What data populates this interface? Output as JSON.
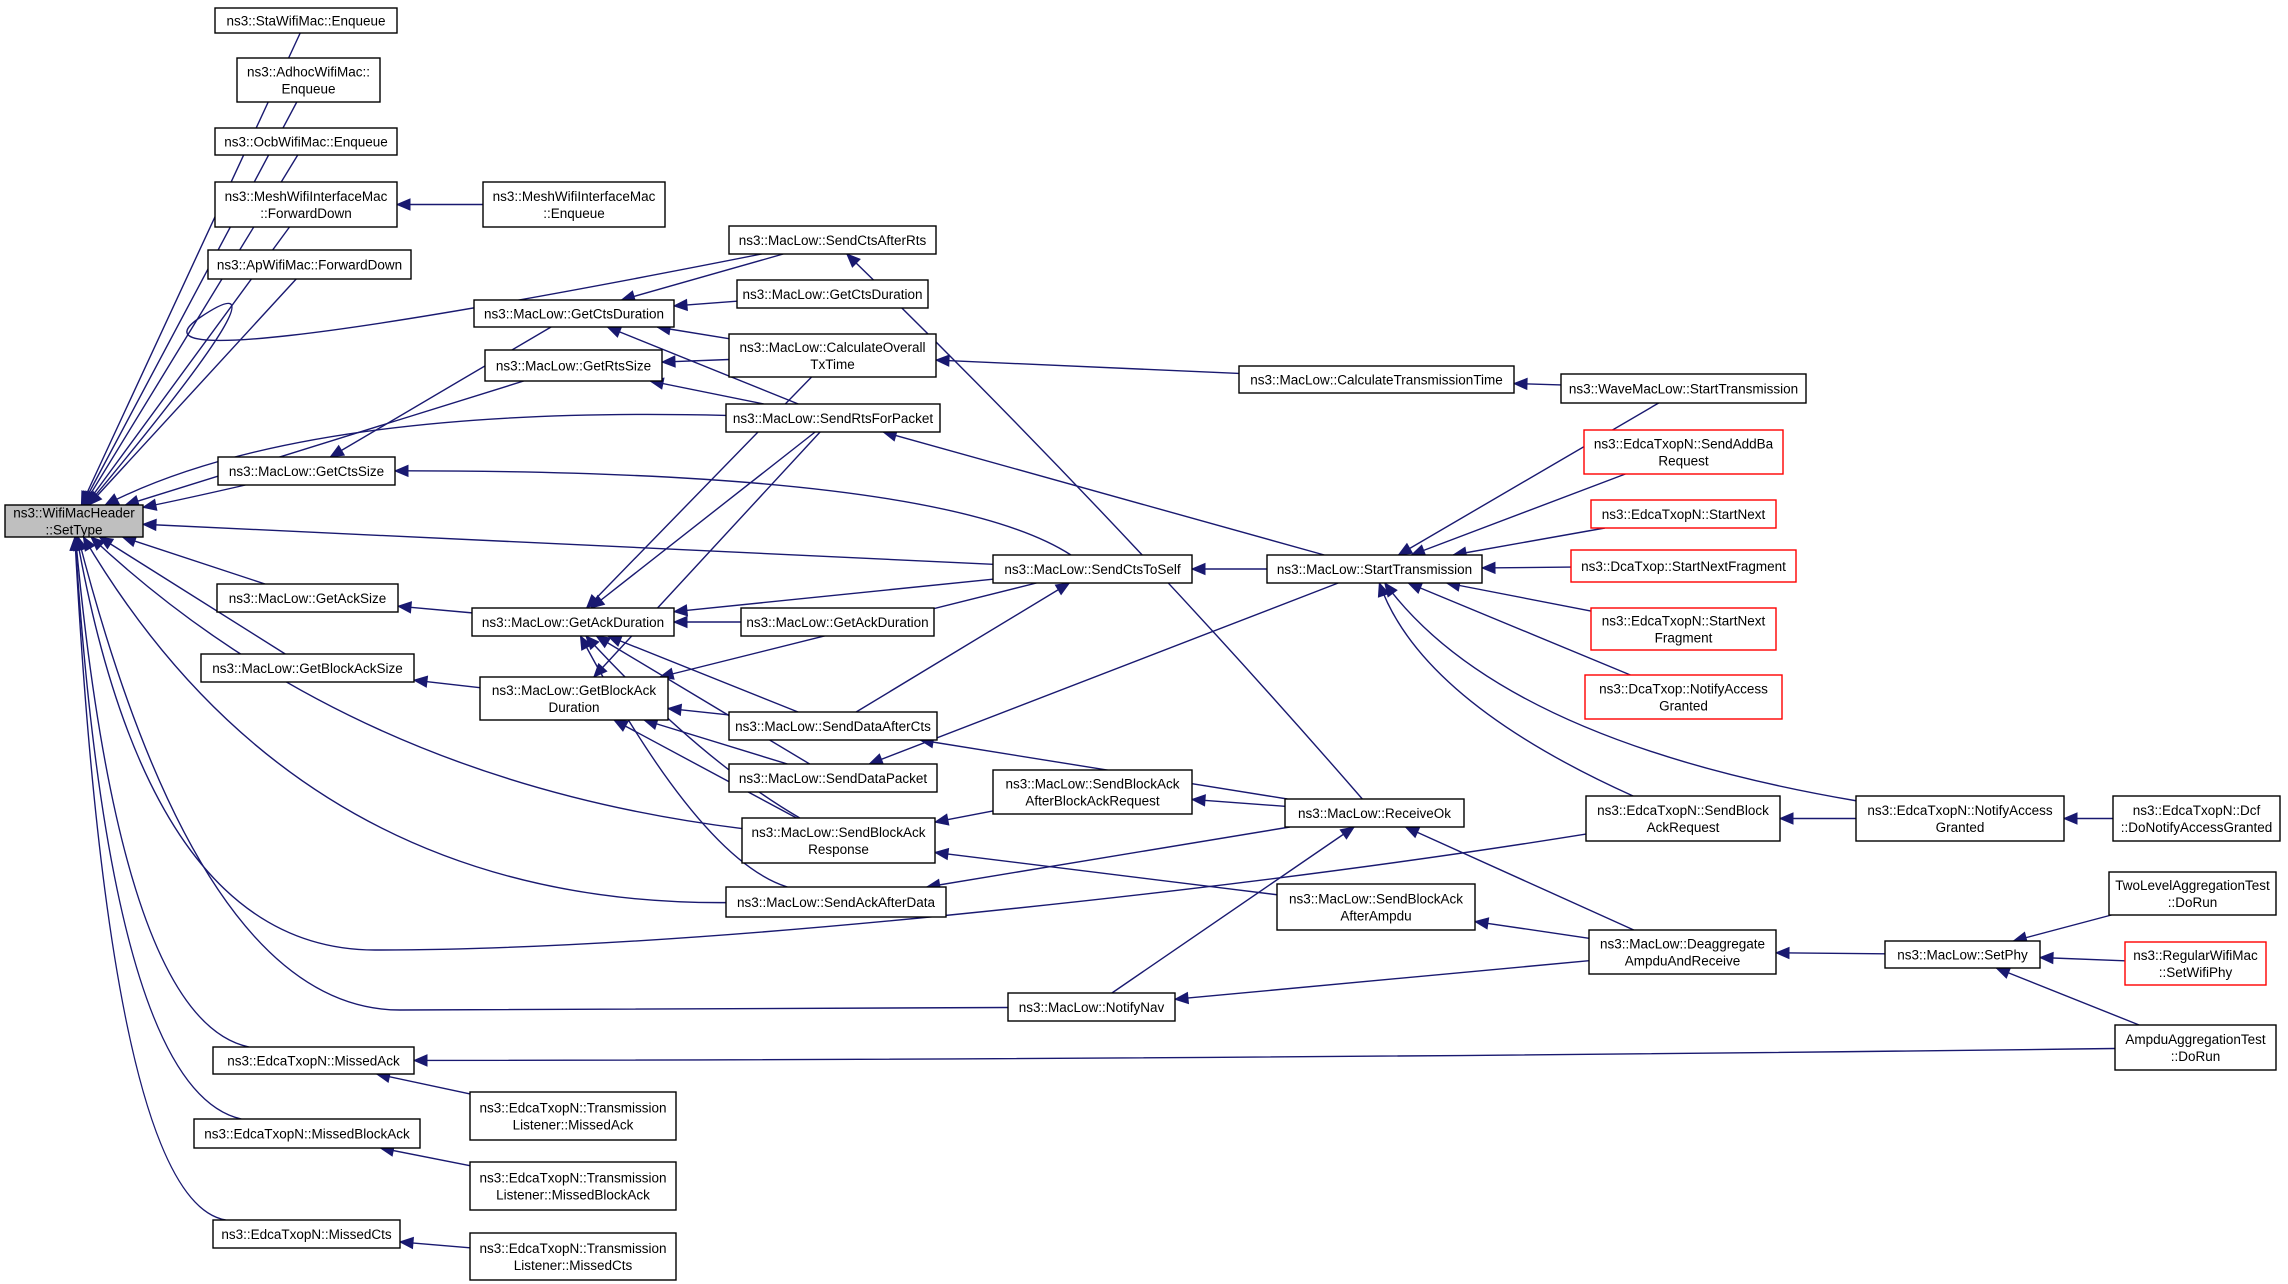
{
  "nodes": [
    {
      "id": "root",
      "lines": [
        "ns3::WifiMacHeader",
        "::SetType"
      ],
      "style": "root"
    },
    {
      "id": "staEnq",
      "lines": [
        "ns3::StaWifiMac::Enqueue"
      ]
    },
    {
      "id": "adhocEnq",
      "lines": [
        "ns3::AdhocWifiMac::",
        "Enqueue"
      ]
    },
    {
      "id": "ocbEnq",
      "lines": [
        "ns3::OcbWifiMac::Enqueue"
      ]
    },
    {
      "id": "meshFwd",
      "lines": [
        "ns3::MeshWifiInterfaceMac",
        "::ForwardDown"
      ]
    },
    {
      "id": "meshEnq",
      "lines": [
        "ns3::MeshWifiInterfaceMac",
        "::Enqueue"
      ]
    },
    {
      "id": "apFwd",
      "lines": [
        "ns3::ApWifiMac::ForwardDown"
      ]
    },
    {
      "id": "getCtsDur",
      "lines": [
        "ns3::MacLow::GetCtsDuration"
      ]
    },
    {
      "id": "sendCtsAfterRts",
      "lines": [
        "ns3::MacLow::SendCtsAfterRts"
      ]
    },
    {
      "id": "getCtsDur2",
      "lines": [
        "ns3::MacLow::GetCtsDuration"
      ]
    },
    {
      "id": "calcOverall",
      "lines": [
        "ns3::MacLow::CalculateOverall",
        "TxTime"
      ]
    },
    {
      "id": "getRtsSize",
      "lines": [
        "ns3::MacLow::GetRtsSize"
      ]
    },
    {
      "id": "calcTx",
      "lines": [
        "ns3::MacLow::CalculateTransmissionTime"
      ]
    },
    {
      "id": "waveStart",
      "lines": [
        "ns3::WaveMacLow::StartTransmission"
      ]
    },
    {
      "id": "sendRts",
      "lines": [
        "ns3::MacLow::SendRtsForPacket"
      ]
    },
    {
      "id": "getCtsSize",
      "lines": [
        "ns3::MacLow::GetCtsSize"
      ]
    },
    {
      "id": "sendAddBa",
      "lines": [
        "ns3::EdcaTxopN::SendAddBa",
        "Request"
      ],
      "style": "red"
    },
    {
      "id": "startNext",
      "lines": [
        "ns3::EdcaTxopN::StartNext"
      ],
      "style": "red"
    },
    {
      "id": "sendCtsToSelf",
      "lines": [
        "ns3::MacLow::SendCtsToSelf"
      ]
    },
    {
      "id": "startTx",
      "lines": [
        "ns3::MacLow::StartTransmission"
      ]
    },
    {
      "id": "dcaStartNextFrag",
      "lines": [
        "ns3::DcaTxop::StartNextFragment"
      ],
      "style": "red"
    },
    {
      "id": "getAckSize",
      "lines": [
        "ns3::MacLow::GetAckSize"
      ]
    },
    {
      "id": "getAckDur",
      "lines": [
        "ns3::MacLow::GetAckDuration"
      ]
    },
    {
      "id": "getAckDur2",
      "lines": [
        "ns3::MacLow::GetAckDuration"
      ]
    },
    {
      "id": "startNextFrag",
      "lines": [
        "ns3::EdcaTxopN::StartNext",
        "Fragment"
      ],
      "style": "red"
    },
    {
      "id": "getBlockAckSize",
      "lines": [
        "ns3::MacLow::GetBlockAckSize"
      ]
    },
    {
      "id": "getBlockAckDur",
      "lines": [
        "ns3::MacLow::GetBlockAck",
        "Duration"
      ]
    },
    {
      "id": "dcaNotify",
      "lines": [
        "ns3::DcaTxop::NotifyAccess",
        "Granted"
      ],
      "style": "red"
    },
    {
      "id": "sendDataAfterCts",
      "lines": [
        "ns3::MacLow::SendDataAfterCts"
      ]
    },
    {
      "id": "sendDataPacket",
      "lines": [
        "ns3::MacLow::SendDataPacket"
      ]
    },
    {
      "id": "sendBlockAckAfterReq",
      "lines": [
        "ns3::MacLow::SendBlockAck",
        "AfterBlockAckRequest"
      ]
    },
    {
      "id": "receiveOk",
      "lines": [
        "ns3::MacLow::ReceiveOk"
      ]
    },
    {
      "id": "edcaSendBlockAckReq",
      "lines": [
        "ns3::EdcaTxopN::SendBlock",
        "AckRequest"
      ]
    },
    {
      "id": "edcaNotify",
      "lines": [
        "ns3::EdcaTxopN::NotifyAccess",
        "Granted"
      ]
    },
    {
      "id": "edcaDcf",
      "lines": [
        "ns3::EdcaTxopN::Dcf",
        "::DoNotifyAccessGranted"
      ]
    },
    {
      "id": "sendBlockAckResp",
      "lines": [
        "ns3::MacLow::SendBlockAck",
        "Response"
      ]
    },
    {
      "id": "sendAckAfterData",
      "lines": [
        "ns3::MacLow::SendAckAfterData"
      ]
    },
    {
      "id": "twoLevel",
      "lines": [
        "TwoLevelAggregationTest",
        "::DoRun"
      ]
    },
    {
      "id": "sendBlockAckAfterAmpdu",
      "lines": [
        "ns3::MacLow::SendBlockAck",
        "AfterAmpdu"
      ]
    },
    {
      "id": "deagg",
      "lines": [
        "ns3::MacLow::Deaggregate",
        "AmpduAndReceive"
      ]
    },
    {
      "id": "setPhy",
      "lines": [
        "ns3::MacLow::SetPhy"
      ]
    },
    {
      "id": "regularSetPhy",
      "lines": [
        "ns3::RegularWifiMac",
        "::SetWifiPhy"
      ],
      "style": "red"
    },
    {
      "id": "notifyNav",
      "lines": [
        "ns3::MacLow::NotifyNav"
      ]
    },
    {
      "id": "ampduTest",
      "lines": [
        "AmpduAggregationTest",
        "::DoRun"
      ]
    },
    {
      "id": "missedAck",
      "lines": [
        "ns3::EdcaTxopN::MissedAck"
      ]
    },
    {
      "id": "tlMissedAck",
      "lines": [
        "ns3::EdcaTxopN::Transmission",
        "Listener::MissedAck"
      ]
    },
    {
      "id": "missedBlockAck",
      "lines": [
        "ns3::EdcaTxopN::MissedBlockAck"
      ]
    },
    {
      "id": "tlMissedBlockAck",
      "lines": [
        "ns3::EdcaTxopN::Transmission",
        "Listener::MissedBlockAck"
      ]
    },
    {
      "id": "missedCts",
      "lines": [
        "ns3::EdcaTxopN::MissedCts"
      ]
    },
    {
      "id": "tlMissedCts",
      "lines": [
        "ns3::EdcaTxopN::Transmission",
        "Listener::MissedCts"
      ]
    }
  ],
  "edges": [
    {
      "from": "staEnq",
      "to": "root"
    },
    {
      "from": "adhocEnq",
      "to": "root"
    },
    {
      "from": "ocbEnq",
      "to": "root"
    },
    {
      "from": "meshFwd",
      "to": "root"
    },
    {
      "from": "meshEnq",
      "to": "meshFwd"
    },
    {
      "from": "apFwd",
      "to": "root"
    },
    {
      "from": "sendCtsAfterRts",
      "to": "root"
    },
    {
      "from": "getCtsSize",
      "to": "root"
    },
    {
      "from": "getCtsDur",
      "to": "getCtsSize"
    },
    {
      "from": "getRtsSize",
      "to": "root"
    },
    {
      "from": "sendRts",
      "to": "root"
    },
    {
      "from": "sendCtsAfterRts",
      "to": "getCtsDur"
    },
    {
      "from": "getCtsDur2",
      "to": "getCtsDur"
    },
    {
      "from": "calcOverall",
      "to": "getCtsDur"
    },
    {
      "from": "sendRts",
      "to": "getCtsDur"
    },
    {
      "from": "calcOverall",
      "to": "getRtsSize"
    },
    {
      "from": "sendRts",
      "to": "getRtsSize"
    },
    {
      "from": "calcTx",
      "to": "calcOverall"
    },
    {
      "from": "waveStart",
      "to": "calcTx"
    },
    {
      "from": "sendCtsToSelf",
      "to": "getCtsSize"
    },
    {
      "from": "sendCtsToSelf",
      "to": "root"
    },
    {
      "from": "startTx",
      "to": "sendCtsToSelf"
    },
    {
      "from": "startTx",
      "to": "sendRts"
    },
    {
      "from": "receiveOk",
      "to": "sendCtsAfterRts"
    },
    {
      "from": "waveStart",
      "to": "startTx"
    },
    {
      "from": "sendAddBa",
      "to": "startTx"
    },
    {
      "from": "startNext",
      "to": "startTx"
    },
    {
      "from": "dcaStartNextFrag",
      "to": "startTx"
    },
    {
      "from": "startNextFrag",
      "to": "startTx"
    },
    {
      "from": "dcaNotify",
      "to": "startTx"
    },
    {
      "from": "edcaSendBlockAckReq",
      "to": "startTx"
    },
    {
      "from": "edcaNotify",
      "to": "startTx"
    },
    {
      "from": "getAckSize",
      "to": "root"
    },
    {
      "from": "getAckDur",
      "to": "getAckSize"
    },
    {
      "from": "getBlockAckSize",
      "to": "root"
    },
    {
      "from": "getBlockAckDur",
      "to": "getBlockAckSize"
    },
    {
      "from": "getAckDur2",
      "to": "getAckDur"
    },
    {
      "from": "sendCtsToSelf",
      "to": "getAckDur"
    },
    {
      "from": "sendRts",
      "to": "getAckDur"
    },
    {
      "from": "sendDataAfterCts",
      "to": "getAckDur"
    },
    {
      "from": "sendDataPacket",
      "to": "getAckDur"
    },
    {
      "from": "sendBlockAckResp",
      "to": "getAckDur"
    },
    {
      "from": "sendAckAfterData",
      "to": "getAckDur"
    },
    {
      "from": "calcOverall",
      "to": "getAckDur"
    },
    {
      "from": "sendCtsToSelf",
      "to": "getBlockAckDur"
    },
    {
      "from": "sendRts",
      "to": "getBlockAckDur"
    },
    {
      "from": "sendDataAfterCts",
      "to": "getBlockAckDur"
    },
    {
      "from": "sendDataPacket",
      "to": "getBlockAckDur"
    },
    {
      "from": "sendBlockAckResp",
      "to": "getBlockAckDur"
    },
    {
      "from": "sendDataAfterCts",
      "to": "sendCtsToSelf"
    },
    {
      "from": "receiveOk",
      "to": "sendDataAfterCts"
    },
    {
      "from": "startTx",
      "to": "sendDataPacket"
    },
    {
      "from": "sendBlockAckAfterReq",
      "to": "sendBlockAckResp"
    },
    {
      "from": "sendBlockAckAfterAmpdu",
      "to": "sendBlockAckResp"
    },
    {
      "from": "receiveOk",
      "to": "sendBlockAckAfterReq"
    },
    {
      "from": "receiveOk",
      "to": "sendAckAfterData"
    },
    {
      "from": "sendBlockAckResp",
      "to": "root"
    },
    {
      "from": "sendAckAfterData",
      "to": "root"
    },
    {
      "from": "edcaSendBlockAckReq",
      "to": "root"
    },
    {
      "from": "edcaNotify",
      "to": "edcaSendBlockAckReq"
    },
    {
      "from": "edcaDcf",
      "to": "edcaNotify"
    },
    {
      "from": "deagg",
      "to": "receiveOk"
    },
    {
      "from": "deagg",
      "to": "sendBlockAckAfterAmpdu"
    },
    {
      "from": "setPhy",
      "to": "deagg"
    },
    {
      "from": "twoLevel",
      "to": "setPhy"
    },
    {
      "from": "regularSetPhy",
      "to": "setPhy"
    },
    {
      "from": "ampduTest",
      "to": "setPhy"
    },
    {
      "from": "notifyNav",
      "to": "root"
    },
    {
      "from": "notifyNav",
      "to": "receiveOk"
    },
    {
      "from": "deagg",
      "to": "notifyNav"
    },
    {
      "from": "missedAck",
      "to": "root"
    },
    {
      "from": "tlMissedAck",
      "to": "missedAck"
    },
    {
      "from": "ampduTest",
      "to": "missedAck"
    },
    {
      "from": "missedBlockAck",
      "to": "root"
    },
    {
      "from": "tlMissedBlockAck",
      "to": "missedBlockAck"
    },
    {
      "from": "missedCts",
      "to": "root"
    },
    {
      "from": "tlMissedCts",
      "to": "missedCts"
    }
  ]
}
